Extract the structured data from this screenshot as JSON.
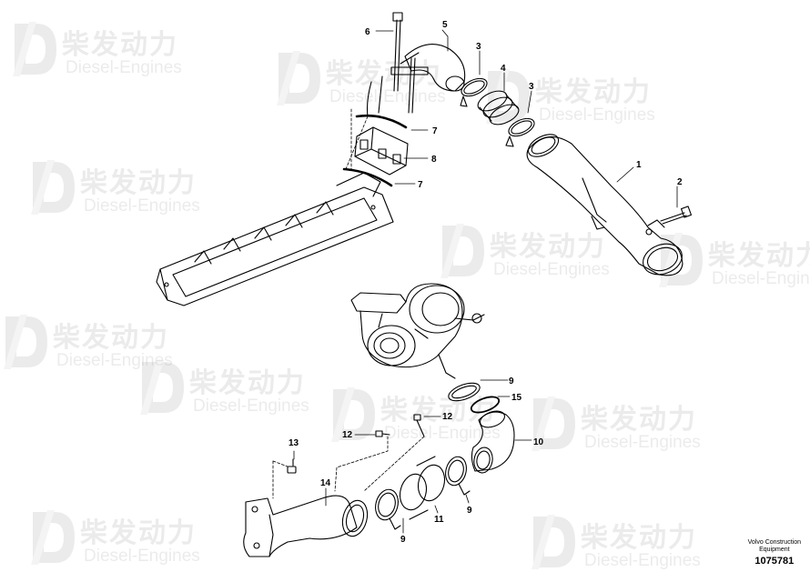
{
  "watermark": {
    "brand_cn": "柴发动力",
    "brand_en": "Diesel-Engines"
  },
  "callouts": {
    "c1": "1",
    "c2": "2",
    "c3a": "3",
    "c3b": "3",
    "c4": "4",
    "c5": "5",
    "c6": "6",
    "c7a": "7",
    "c7b": "7",
    "c8": "8",
    "c9a": "9",
    "c9b": "9",
    "c9c": "9",
    "c10": "10",
    "c11": "11",
    "c12a": "12",
    "c12b": "12",
    "c13": "13",
    "c14": "14",
    "c15": "15"
  },
  "caption": {
    "line1": "Volvo Construction",
    "line2": "Equipment",
    "number": "1075781"
  }
}
